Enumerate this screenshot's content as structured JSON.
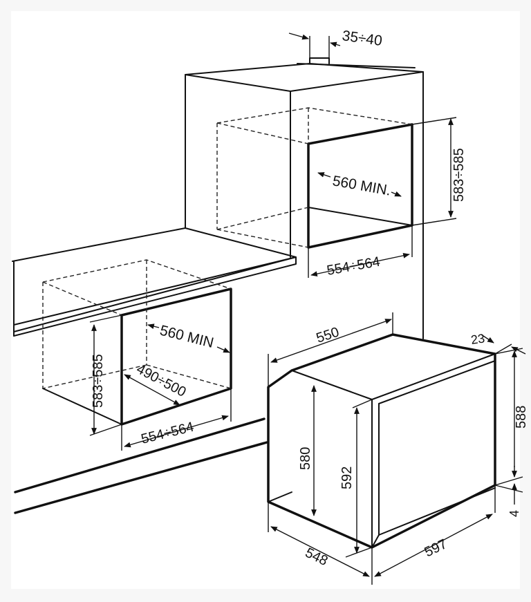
{
  "dimensions": {
    "clearance_top": "35÷40",
    "upper_cavity_height": "583÷585",
    "upper_cavity_depth": "560 MIN.",
    "upper_cavity_width": "554÷564",
    "lower_cavity_depth": "560 MIN",
    "lower_cavity_height": "583÷585",
    "lower_cavity_inner": "490÷500",
    "lower_cavity_width": "554÷564",
    "oven_depth_top": "550",
    "door_thickness": "23",
    "oven_body_height": "580",
    "oven_front_height": "592",
    "oven_door_height": "588",
    "oven_foot": "4",
    "oven_depth_bottom": "548",
    "oven_width": "597"
  }
}
